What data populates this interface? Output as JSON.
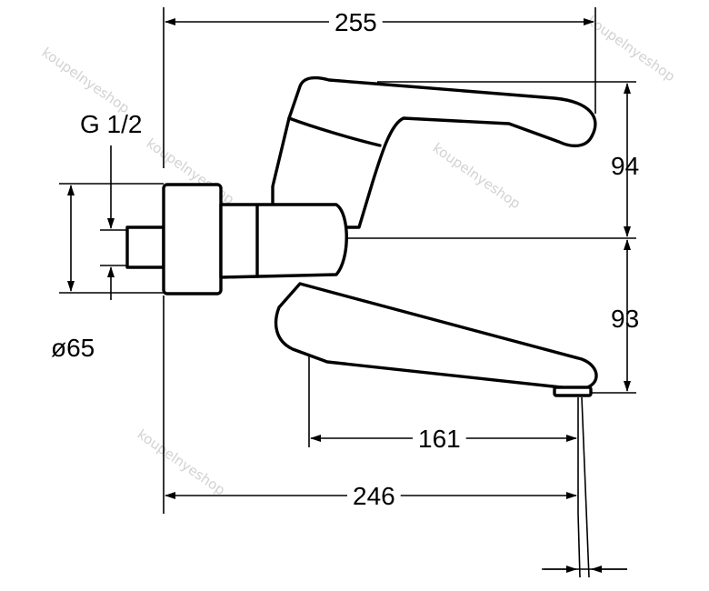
{
  "diagram": {
    "dimensions": {
      "overall_width": "255",
      "connection_thread": "G 1/2",
      "flange_diameter": "ø65",
      "handle_height": "94",
      "spout_height": "93",
      "spout_projection_inner": "161",
      "spout_projection": "246"
    },
    "watermark": "koupelnyeshop"
  }
}
